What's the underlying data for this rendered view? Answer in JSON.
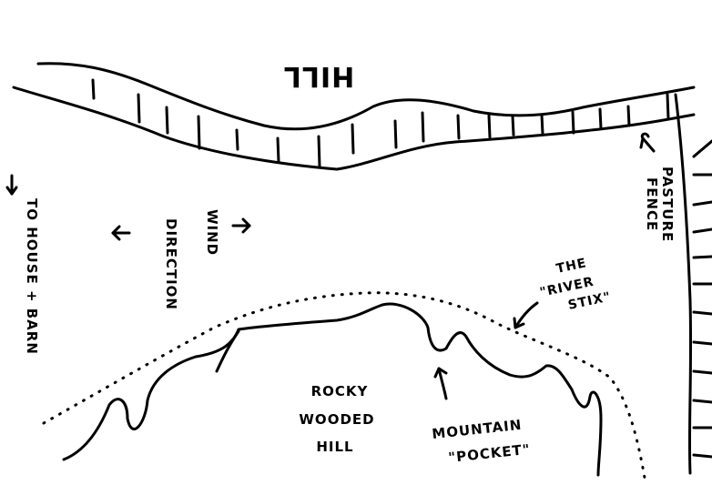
{
  "labels": {
    "hill": "HILL",
    "pasture_fence": [
      "PASTURE",
      "FENCE"
    ],
    "wind_direction": [
      "WIND",
      "DIRECTION"
    ],
    "to_house_barn": "TO HOUSE + BARN",
    "river_stix": [
      "THE",
      "\"RIVER",
      "STIX\""
    ],
    "rocky_wooded_hill": [
      "ROCKY",
      "WOODED",
      "HILL"
    ],
    "mountain_pocket": [
      "MOUNTAIN",
      "\"POCKET\""
    ]
  },
  "colors": {
    "ink": "#000000",
    "paper": "#ffffff"
  }
}
